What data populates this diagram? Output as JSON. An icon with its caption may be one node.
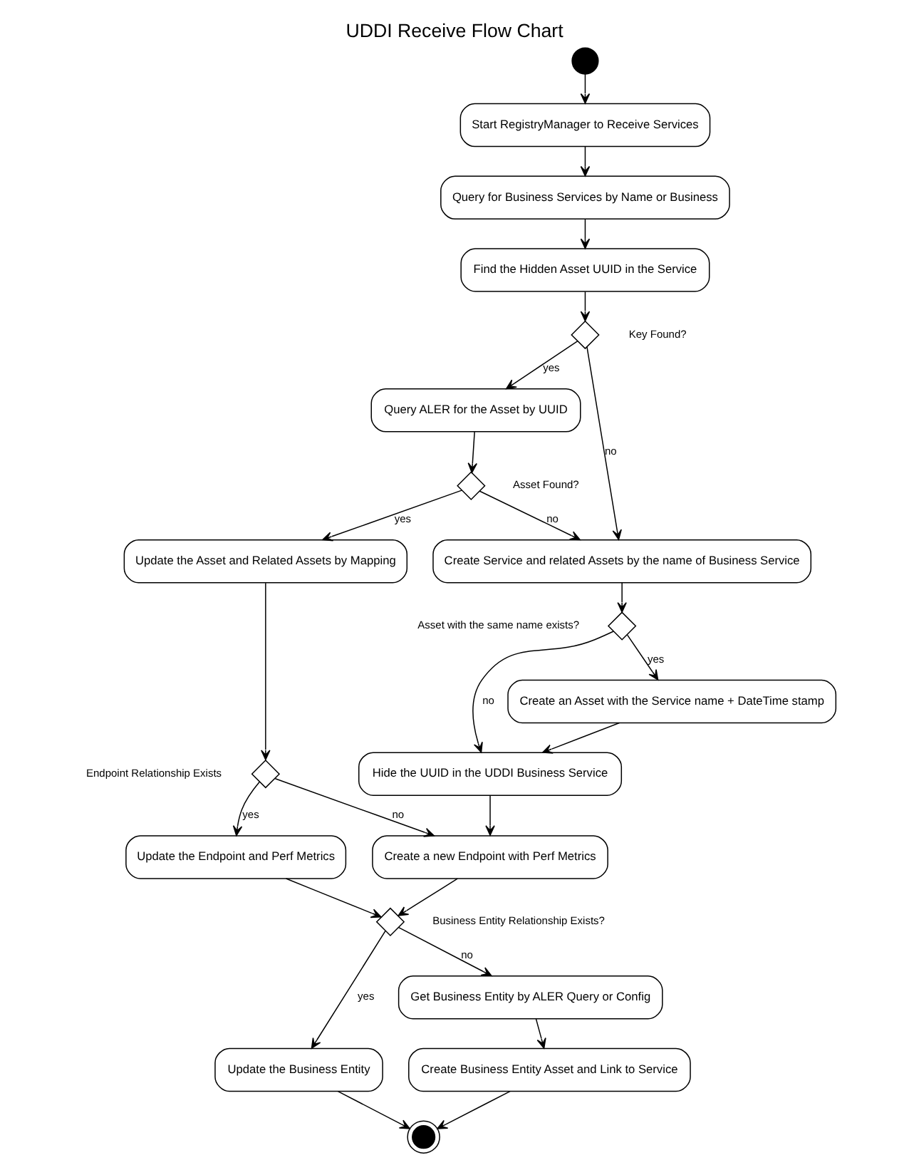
{
  "diagram": {
    "title": "UDDI Receive Flow Chart",
    "nodes": [
      {
        "text": [],
        "shape": "circle"
      },
      {
        "text": [
          "Start RegistryManager to Receive Services"
        ]
      },
      {
        "text": [
          "Query for Business Services by Name or Business"
        ]
      },
      {
        "text": [
          "Find the Hidden Asset UUID in the Service"
        ]
      },
      {
        "text": [],
        "shape": "diamond",
        "beside": [
          "Key Found?"
        ]
      },
      {
        "text": [
          "Query ALER for the Asset by UUID"
        ]
      },
      {
        "text": [],
        "shape": "diamond",
        "beside": [
          "Asset Found?"
        ]
      },
      {
        "text": [
          "Create Service and related Assets by the name of Business Service"
        ]
      },
      {
        "text": [],
        "shape": "diamond",
        "beside": [
          "Asset with the same name exists?"
        ]
      },
      {
        "text": [
          "Update the Asset and Related Assets by Mapping"
        ]
      },
      {
        "text": [],
        "shape": "diamond",
        "beside": [
          "Endpoint Relationship Exists"
        ]
      },
      {
        "text": [
          "Create an Asset with the Service name + DateTime stamp"
        ]
      },
      {
        "text": [
          "Hide the UUID in the UDDI Business Service"
        ]
      },
      {
        "text": [
          "Update the Endpoint and Perf Metrics"
        ]
      },
      {
        "text": [
          "Create a new Endpoint with Perf Metrics"
        ]
      },
      {
        "text": [],
        "shape": "diamond",
        "beside": [
          "Business Entity Relationship Exists?"
        ]
      },
      {
        "text": [
          "Get Business Entity by ALER Query or Config"
        ]
      },
      {
        "text": [
          "Update the Business Entity"
        ]
      },
      {
        "text": [
          "Create Business Entity Asset and Link to Service"
        ]
      },
      {
        "text": [],
        "shape": "circle"
      }
    ],
    "edges": [
      {
        "from": 0,
        "to": 1,
        "arrow": "to"
      },
      {
        "from": 1,
        "to": 2,
        "arrow": "to"
      },
      {
        "from": 2,
        "to": 3,
        "arrow": "to"
      },
      {
        "from": 3,
        "to": 4,
        "arrow": "to"
      },
      {
        "from": 4,
        "to": 5,
        "arrow": "to",
        "label": "yes"
      },
      {
        "from": 4,
        "to": 7,
        "arrow": "to",
        "label": "no"
      },
      {
        "from": 5,
        "to": 6,
        "arrow": "to"
      },
      {
        "from": 6,
        "to": 9,
        "arrow": "to",
        "label": "yes"
      },
      {
        "from": 6,
        "to": 7,
        "arrow": "to",
        "label": "no"
      },
      {
        "from": 7,
        "to": 8,
        "arrow": "to"
      },
      {
        "from": 8,
        "to": 11,
        "arrow": "to",
        "label": "yes"
      },
      {
        "from": 8,
        "to": 12,
        "arrow": "to",
        "label": "no"
      },
      {
        "from": 11,
        "to": 12,
        "arrow": "to"
      },
      {
        "from": 9,
        "to": 10,
        "arrow": "to"
      },
      {
        "from": 10,
        "to": 13,
        "arrow": "to",
        "label": "yes"
      },
      {
        "from": 10,
        "to": 14,
        "arrow": "to",
        "label": "no"
      },
      {
        "from": 12,
        "to": 14,
        "arrow": "to"
      },
      {
        "from": 13,
        "to": 15,
        "arrow": "to"
      },
      {
        "from": 14,
        "to": 15,
        "arrow": "to"
      },
      {
        "from": 15,
        "to": 17,
        "arrow": "to",
        "label": "yes"
      },
      {
        "from": 15,
        "to": 16,
        "arrow": "to",
        "label": "no"
      },
      {
        "from": 16,
        "to": 18,
        "arrow": "to"
      },
      {
        "from": 17,
        "to": 19,
        "arrow": "to"
      },
      {
        "from": 18,
        "to": 19,
        "arrow": "to"
      }
    ]
  }
}
